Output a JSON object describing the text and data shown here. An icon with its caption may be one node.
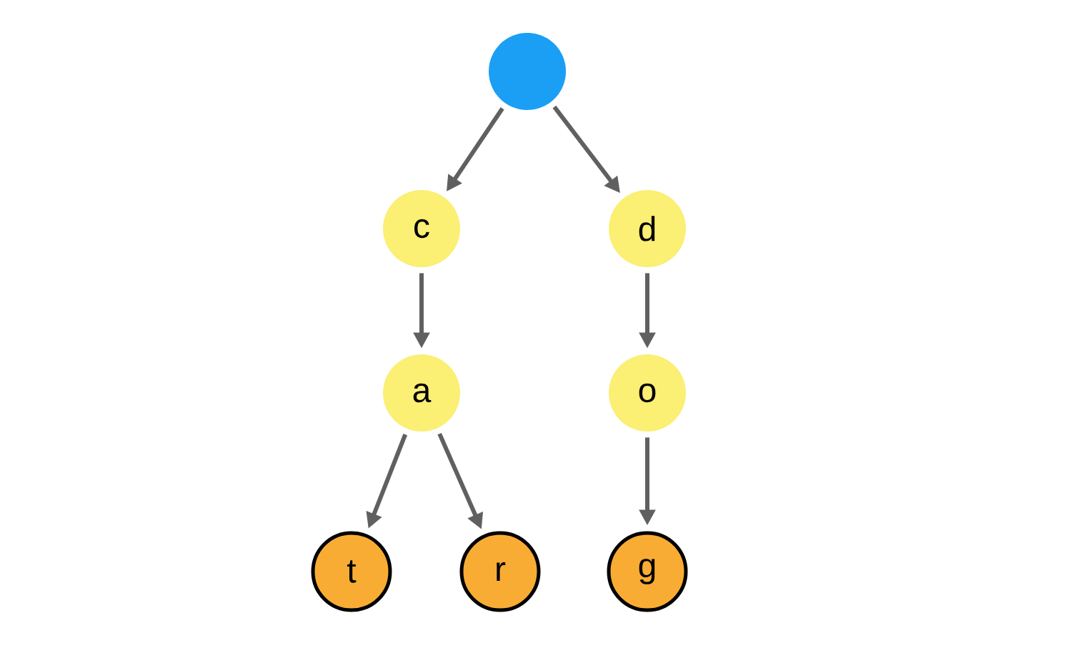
{
  "diagram": {
    "nodes": [
      {
        "text": [],
        "shape": "circle"
      },
      {
        "text": [
          "c"
        ]
      },
      {
        "text": [
          "d"
        ]
      },
      {
        "text": [
          "a"
        ]
      },
      {
        "text": [
          "o"
        ]
      },
      {
        "text": [
          "t"
        ]
      },
      {
        "text": [
          "r"
        ]
      },
      {
        "text": [
          "g"
        ]
      }
    ],
    "edges": [
      {
        "from": 0,
        "to": 1,
        "arrow": "to"
      },
      {
        "from": 0,
        "to": 2,
        "arrow": "to"
      },
      {
        "from": 1,
        "to": 3,
        "arrow": "to"
      },
      {
        "from": 2,
        "to": 4,
        "arrow": "to"
      },
      {
        "from": 3,
        "to": 5,
        "arrow": "to"
      },
      {
        "from": 3,
        "to": 6,
        "arrow": "to"
      },
      {
        "from": 4,
        "to": 7,
        "arrow": "to"
      }
    ]
  }
}
